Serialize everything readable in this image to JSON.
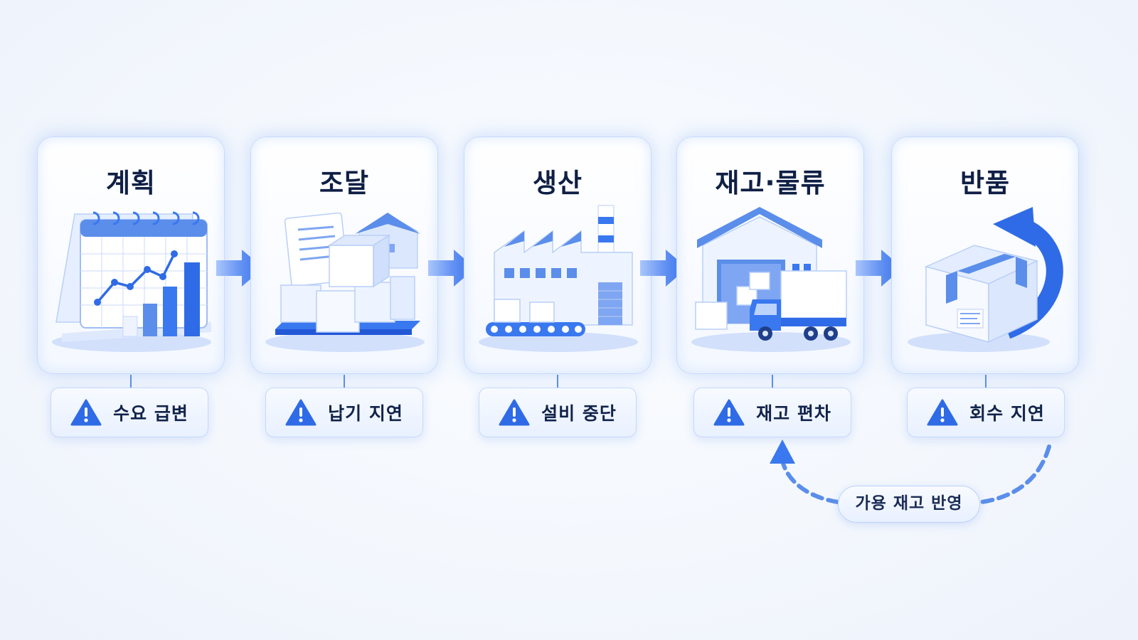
{
  "colors": {
    "accent": "#3a78ef",
    "accent_dark": "#2257d6",
    "accent_light": "#a9c6fb",
    "title_text": "#0f1f45"
  },
  "stages": [
    {
      "title": "계획",
      "icon": "calendar-chart-icon",
      "issue": "수요 급변"
    },
    {
      "title": "조달",
      "icon": "boxes-pallet-icon",
      "issue": "납기 지연"
    },
    {
      "title": "생산",
      "icon": "factory-icon",
      "issue": "설비 중단"
    },
    {
      "title": "재고·물류",
      "icon": "warehouse-truck-icon",
      "issue": "재고 편차"
    },
    {
      "title": "반품",
      "icon": "return-box-icon",
      "issue": "회수 지연"
    }
  ],
  "issue_icon": "warning-icon",
  "feedback": {
    "label": "가용 재고 반영"
  }
}
